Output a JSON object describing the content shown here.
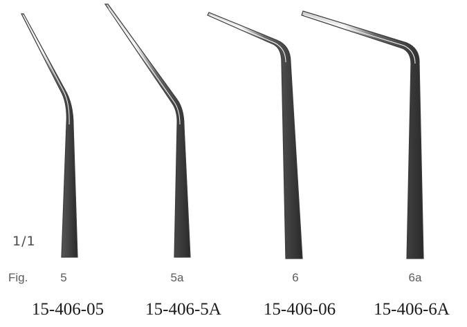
{
  "scale_label": "1/1",
  "fig_prefix": "Fig.",
  "instruments": [
    {
      "fig": "5",
      "catalog": "15-406-05"
    },
    {
      "fig": "5a",
      "catalog": "15-406-5A"
    },
    {
      "fig": "6",
      "catalog": "15-406-06"
    },
    {
      "fig": "6a",
      "catalog": "15-406-6A"
    }
  ]
}
